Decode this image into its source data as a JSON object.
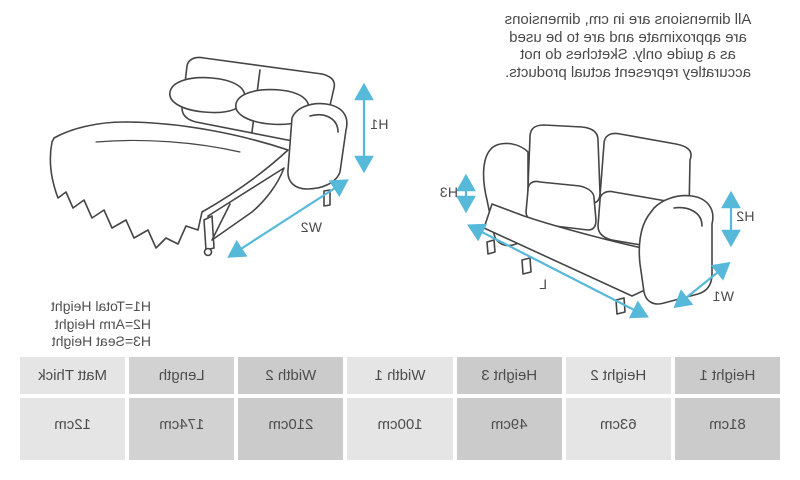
{
  "presentation": {
    "horizontally_mirrored": true
  },
  "disclaimer": {
    "text": "All dimensions are in cm, dimensions\nare approximate and are to be used\nas a guide only. Sketches do not\naccuratley represent actual products."
  },
  "diagram": {
    "dimension_labels": {
      "h1": "H1",
      "h2": "H2",
      "h3": "H3",
      "w1": "W1",
      "w2": "W2",
      "l": "L"
    },
    "legend": {
      "line1": "H1=Total Height",
      "line2": "H2=Arm Height",
      "line3": "H3=Seat Height"
    },
    "sketches": {
      "left_drawing": "open sofa bed with blanket, H1 and W2 arrows",
      "right_drawing": "closed sofa, H2, H3, W1 and L arrows"
    }
  },
  "table": {
    "columns": [
      {
        "header": "Height 1",
        "value": "81cm",
        "shade": "dark"
      },
      {
        "header": "Height 2",
        "value": "63cm",
        "shade": "light"
      },
      {
        "header": "Height 3",
        "value": "49cm",
        "shade": "dark"
      },
      {
        "header": "Width 1",
        "value": "100cm",
        "shade": "light"
      },
      {
        "header": "Width 2",
        "value": "210cm",
        "shade": "dark"
      },
      {
        "header": "Length",
        "value": "174cm",
        "shade": "mid"
      },
      {
        "header": "Matt Thick",
        "value": "12cm",
        "shade": "light"
      }
    ]
  },
  "colors": {
    "arrow_blue": "#56b9da",
    "sketch_line": "#454545",
    "text_gray": "#4a4a4a",
    "cell_dark": "#cbcbcb",
    "cell_mid": "#d2d2d2",
    "cell_light": "#e5e5e5",
    "background": "#ffffff"
  }
}
